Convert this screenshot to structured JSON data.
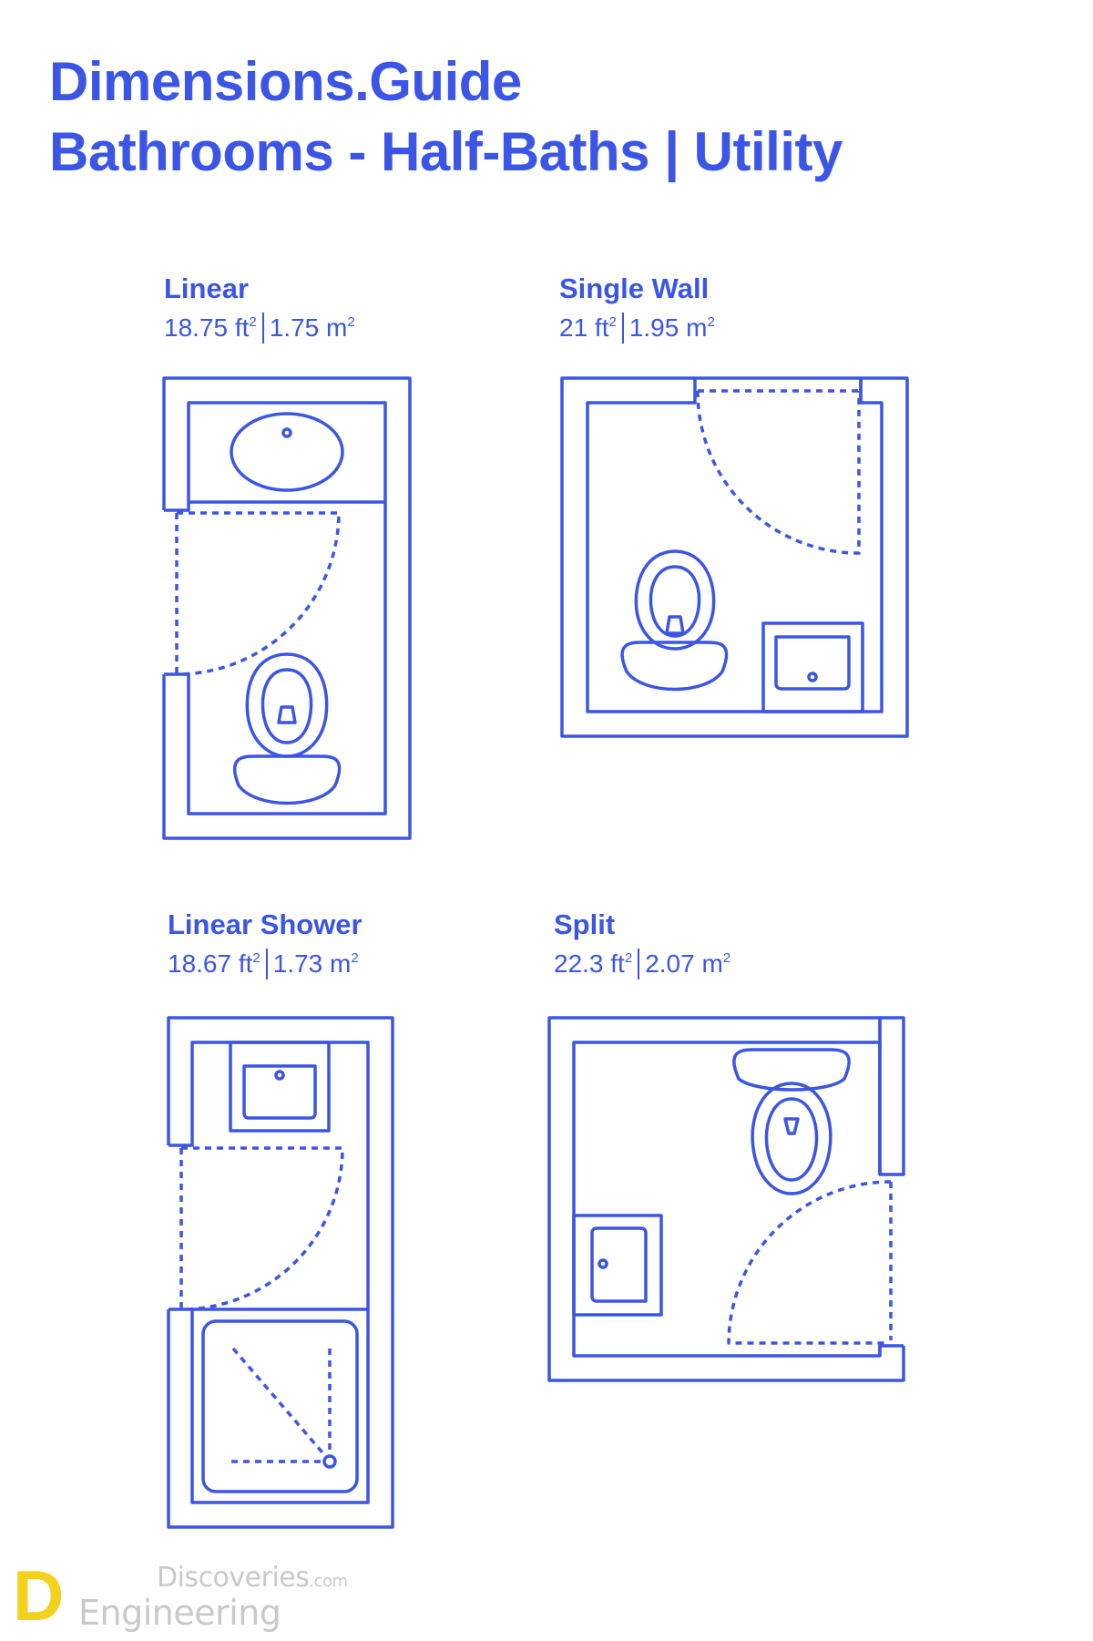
{
  "header": {
    "title_line1": "Dimensions.Guide",
    "title_line2": "Bathrooms - Half-Baths | Utility"
  },
  "plans": [
    {
      "name": "Linear",
      "area_ft": "18.75 ft",
      "area_m": "1.75 m",
      "superscript": "2"
    },
    {
      "name": "Single Wall",
      "area_ft": "21 ft",
      "area_m": "1.95 m",
      "superscript": "2"
    },
    {
      "name": "Linear Shower",
      "area_ft": "18.67 ft",
      "area_m": "1.73 m",
      "superscript": "2"
    },
    {
      "name": "Split",
      "area_ft": "22.3 ft",
      "area_m": "2.07 m",
      "superscript": "2"
    }
  ],
  "watermark": {
    "mark": "D",
    "line1": "Discoveries",
    "line1_suffix": ".com",
    "line2": "Engineering"
  },
  "colors": {
    "accent": "#3b55e6",
    "logo_yellow": "#f2d21b",
    "logo_gray": "#c9c9c9",
    "background": "#ffffff"
  }
}
